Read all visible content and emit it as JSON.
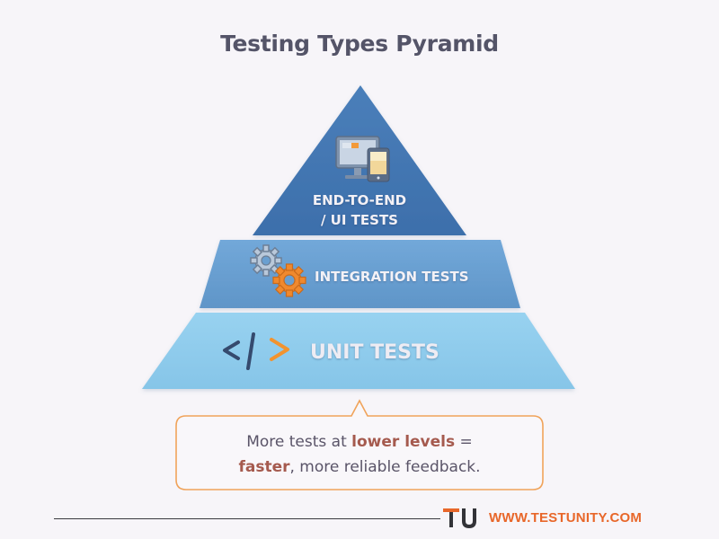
{
  "title": "Testing Types Pyramid",
  "pyramid": {
    "tiers": [
      {
        "level": "top",
        "line1": "END-TO-END",
        "line2": "/ UI TESTS",
        "icon": "monitor-phone-icon",
        "color": "#3f72ae"
      },
      {
        "level": "middle",
        "label": "INTEGRATION TESTS",
        "icon": "gears-icon",
        "color": "#6a9fd0"
      },
      {
        "level": "bottom",
        "label": "UNIT TESTS",
        "icon": "code-brackets-icon",
        "code_glyph_left": "<",
        "code_glyph_slash": "/",
        "code_glyph_right": ">",
        "color": "#8ccaeb"
      }
    ]
  },
  "callout": {
    "part1": "More tests at ",
    "highlight1": "lower levels",
    "part2": " =",
    "highlight2": "faster",
    "part3": ", more reliable feedback.",
    "border_color": "#f0a35a"
  },
  "footer": {
    "url": "WWW.TESTUNITY.COM",
    "brand_color": "#e8672a"
  }
}
